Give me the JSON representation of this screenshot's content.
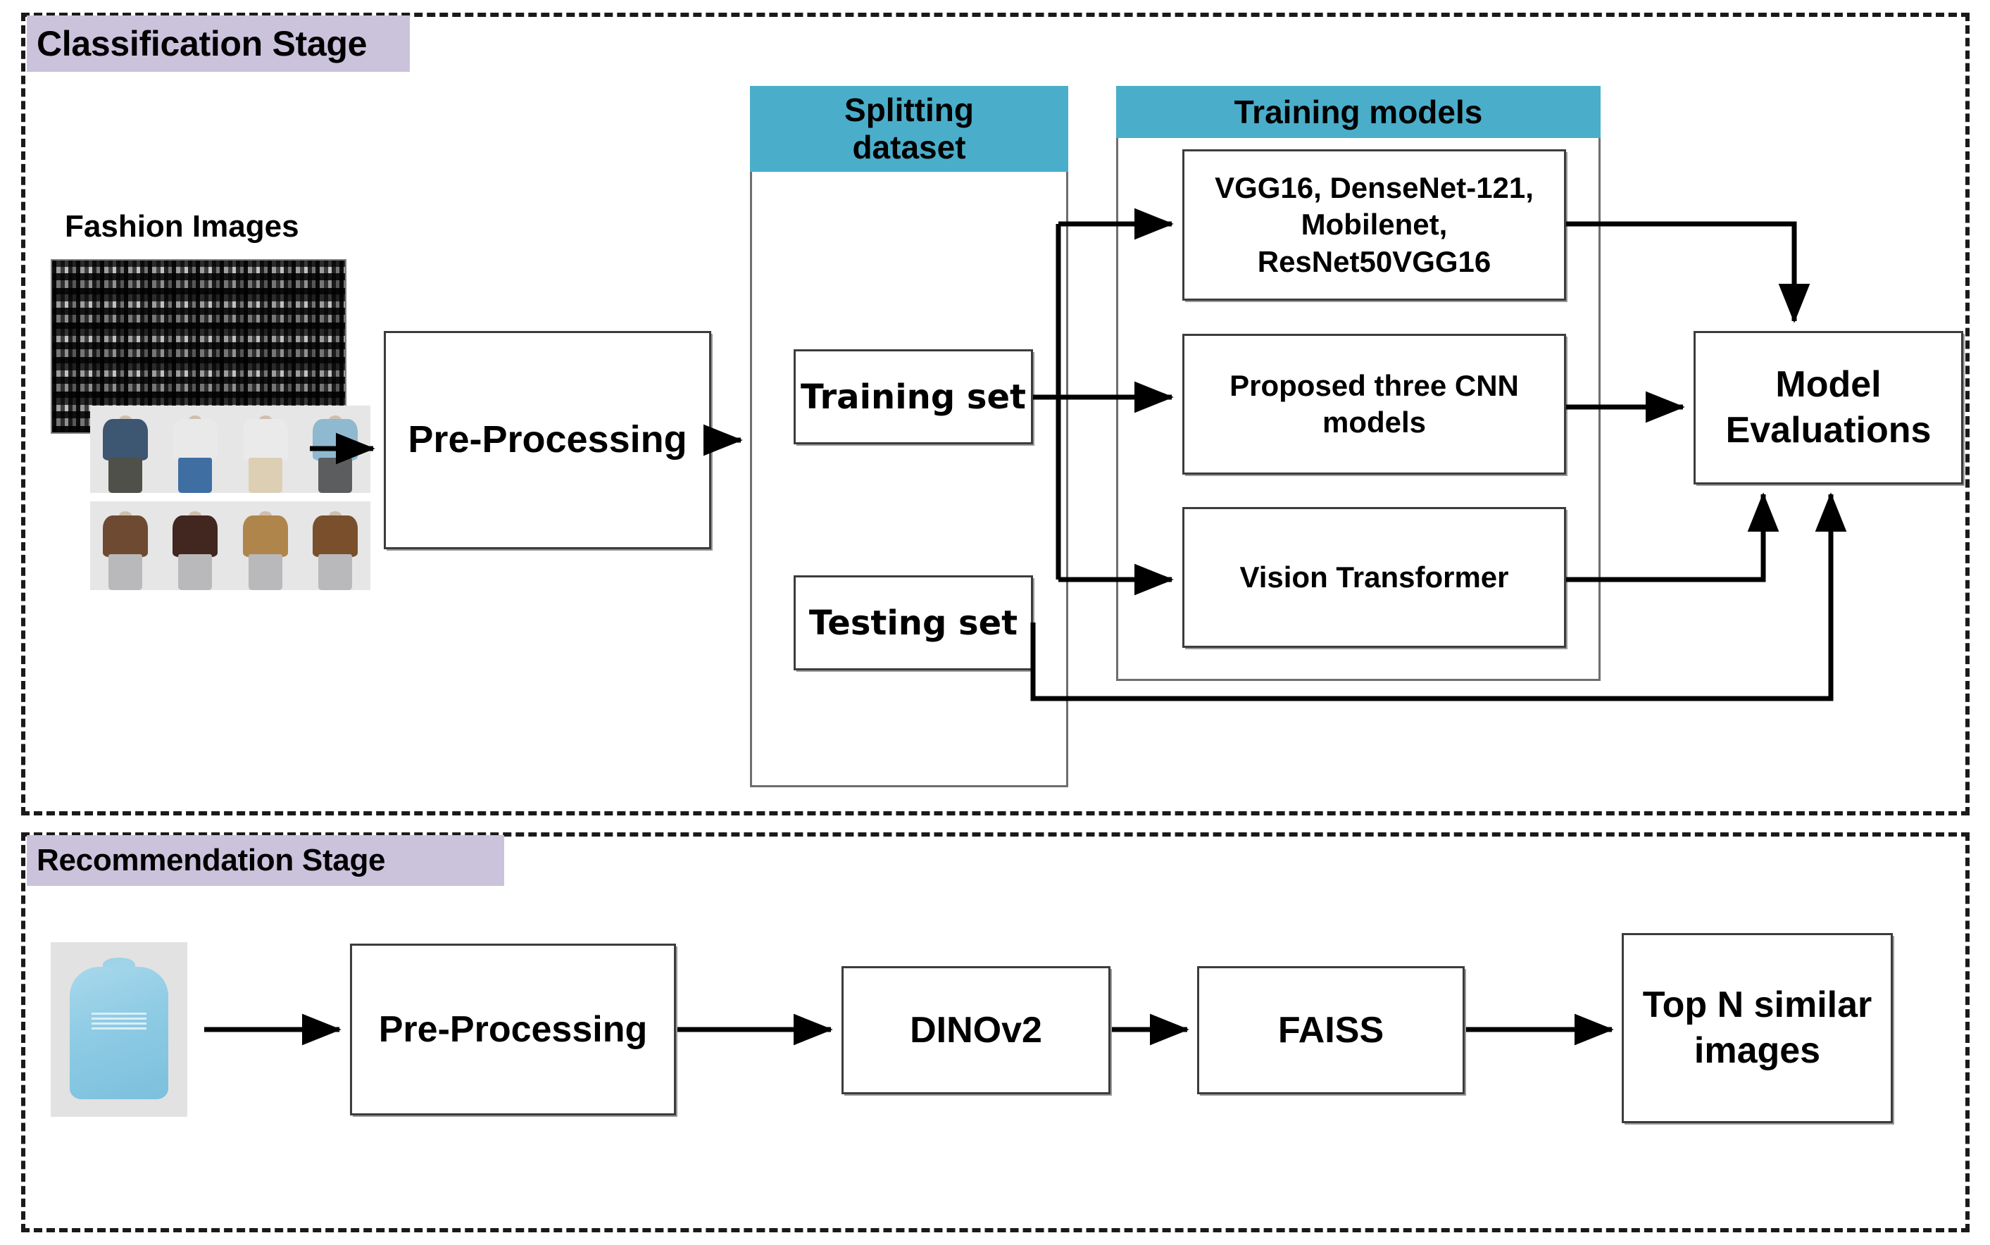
{
  "figure": {
    "type": "flow-diagram",
    "stages": [
      {
        "id": "classification",
        "title": "Classification Stage"
      },
      {
        "id": "recommendation",
        "title": "Recommendation Stage"
      }
    ]
  },
  "colors": {
    "stage_label_bg": "#CBC2DC",
    "panel_header_bg": "#4AAECA",
    "box_border": "#3C3C3C",
    "box_shadow": "#9A9A9A",
    "dashed_border": "#1A1A1A",
    "arrow": "#000000",
    "photo_bg": "#E6E6E6"
  },
  "classification": {
    "stage_title": "Classification Stage",
    "dataset_caption": "Fashion Images",
    "preprocessing_label": "Pre-Processing",
    "splitting_panel": {
      "header": "Splitting dataset",
      "header_line1": "Splitting",
      "header_line2": "dataset",
      "items": [
        {
          "label": "Training set"
        },
        {
          "label": "Testing set"
        }
      ]
    },
    "training_panel": {
      "header": "Training models",
      "models": [
        {
          "label": "VGG16, DenseNet-121, Mobilenet, ResNet50VGG16"
        },
        {
          "label": "Proposed three CNN models"
        },
        {
          "label": "Vision Transformer"
        }
      ]
    },
    "evaluation_label": "Model Evaluations"
  },
  "recommendation": {
    "stage_title": "Recommendation Stage",
    "query_image_alt": "light blue turtleneck sweater",
    "steps": [
      {
        "label": "Pre-Processing"
      },
      {
        "label": "DINOv2"
      },
      {
        "label": "FAISS"
      },
      {
        "label": "Top N similar images"
      }
    ]
  }
}
